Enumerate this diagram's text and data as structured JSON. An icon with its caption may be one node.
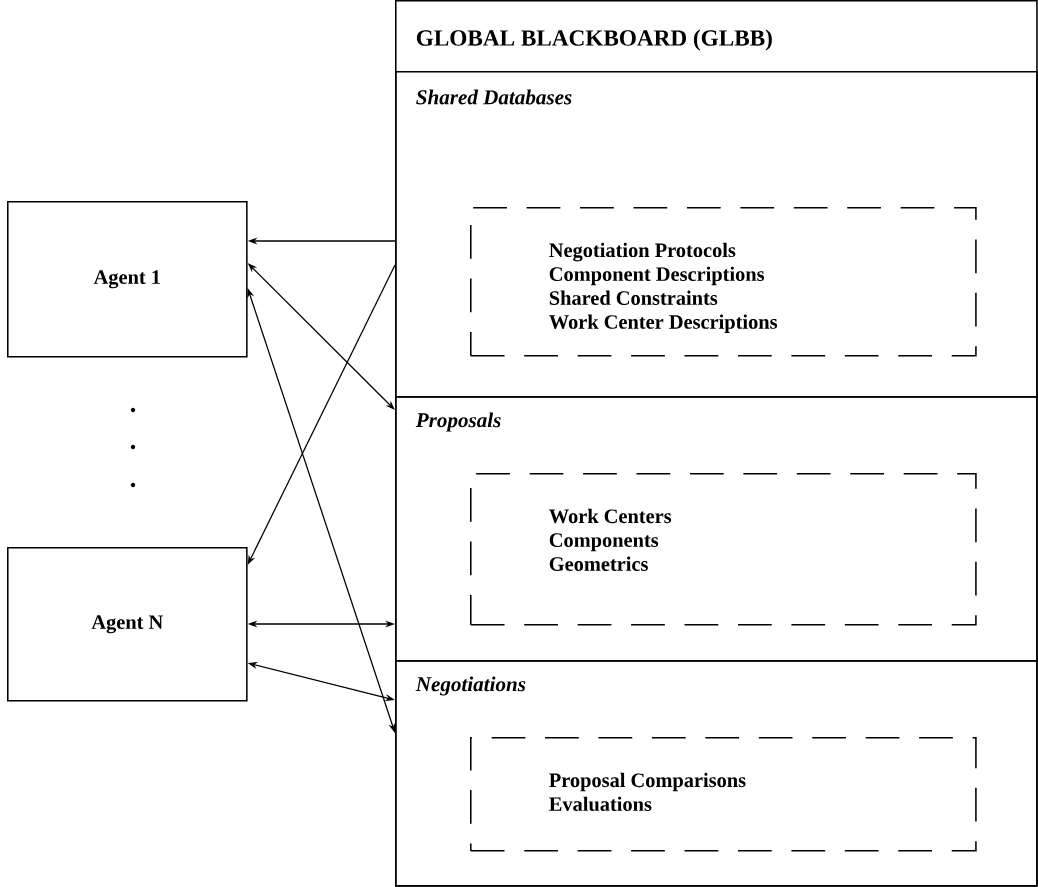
{
  "diagram": {
    "nodes": [
      {
        "text": [
          "Agent 1"
        ]
      },
      {
        "text": [
          "Agent N"
        ]
      },
      {
        "text": [
          "GLOBAL BLACKBOARD (GLBB)"
        ]
      },
      {
        "text": [
          "Shared Databases"
        ],
        "in": 2
      },
      {
        "text": [
          "Negotiation Protocols",
          "Component Descriptions",
          "Shared Constraints",
          "Work Center Descriptions"
        ],
        "in": 3
      },
      {
        "text": [
          "Proposals"
        ],
        "in": 2
      },
      {
        "text": [
          "Work Centers",
          "Components",
          "Geometrics"
        ],
        "in": 5
      },
      {
        "text": [
          "Negotiations"
        ],
        "in": 2
      },
      {
        "text": [
          "Proposal Comparisons",
          "Evaluations"
        ],
        "in": 7
      }
    ],
    "edges": [
      {
        "from": 3,
        "to": 0,
        "arrow": "to"
      },
      {
        "from": 0,
        "to": 5,
        "arrow": "both"
      },
      {
        "from": 0,
        "to": 7,
        "arrow": "both"
      },
      {
        "from": 3,
        "to": 1,
        "arrow": "to"
      },
      {
        "from": 1,
        "to": 5,
        "arrow": "both"
      },
      {
        "from": 1,
        "to": 7,
        "arrow": "both"
      }
    ]
  }
}
